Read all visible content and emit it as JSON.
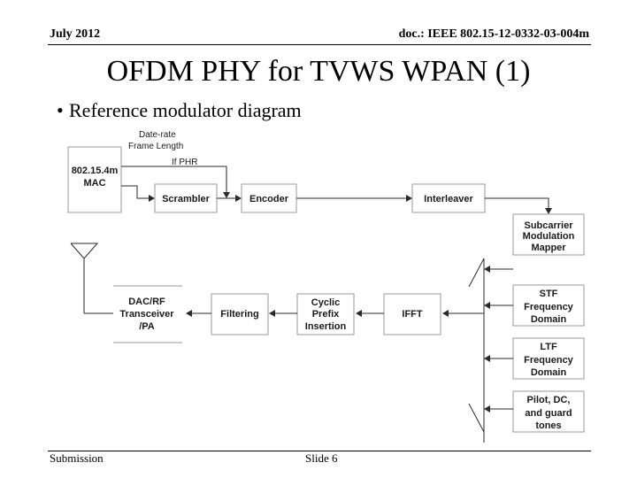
{
  "header": {
    "date": "July 2012",
    "doc_id": "doc.: IEEE 802.15-12-0332-03-004m"
  },
  "slide": {
    "title": "OFDM PHY for TVWS WPAN (1)",
    "bullet": "Reference modulator diagram"
  },
  "diagram": {
    "mac": {
      "line1": "802.15.4m",
      "line2": "MAC"
    },
    "annotations": {
      "date_rate": "Date-rate",
      "frame_length": "Frame Length",
      "if_phr": "If PHR"
    },
    "scrambler": "Scrambler",
    "encoder": "Encoder",
    "interleaver": "Interleaver",
    "subcarrier_mapper": {
      "line1": "Subcarrier",
      "line2": "Modulation",
      "line3": "Mapper"
    },
    "stf": {
      "line1": "STF",
      "line2": "Frequency",
      "line3": "Domain"
    },
    "ltf": {
      "line1": "LTF",
      "line2": "Frequency",
      "line3": "Domain"
    },
    "pilot": {
      "line1": "Pilot, DC,",
      "line2": "and guard",
      "line3": "tones"
    },
    "ifft": "IFFT",
    "cyclic_prefix": {
      "line1": "Cyclic",
      "line2": "Prefix",
      "line3": "Insertion"
    },
    "filtering": "Filtering",
    "dac": {
      "line1": "DAC/RF",
      "line2": "Transceiver",
      "line3": "/PA"
    }
  },
  "footer": {
    "left": "Submission",
    "center": "Slide 6"
  }
}
